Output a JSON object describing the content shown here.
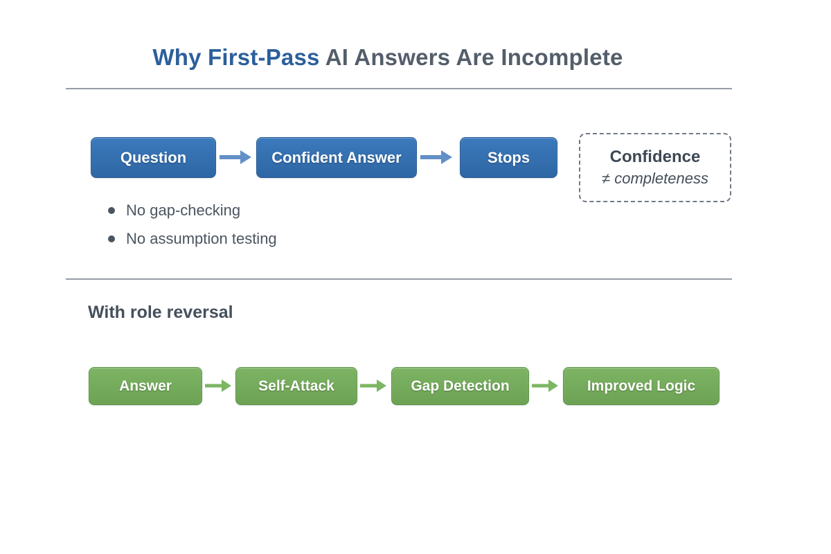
{
  "title": {
    "highlight": "Why First-Pass",
    "rest": " AI Answers Are Incomplete"
  },
  "palette": {
    "title_blue": "#2c5f9b",
    "title_gray": "#545e6a",
    "blue_box": "#336fae",
    "blue_arrow": "#6290c6",
    "green_box": "#74aa5c",
    "green_arrow": "#7cb663",
    "text_gray": "#4b5560",
    "dashed_border_gray": "#707a85"
  },
  "first_pass": {
    "boxes": [
      "Question",
      "Confident Answer",
      "Stops"
    ],
    "note_box": {
      "line1": "Confidence",
      "line2": "≠ completeness"
    },
    "bullets": [
      "No gap-checking",
      "No assumption testing"
    ]
  },
  "role_reversal": {
    "heading": "With role reversal",
    "boxes": [
      "Answer",
      "Self-Attack",
      "Gap Detection",
      "Improved Logic"
    ]
  }
}
